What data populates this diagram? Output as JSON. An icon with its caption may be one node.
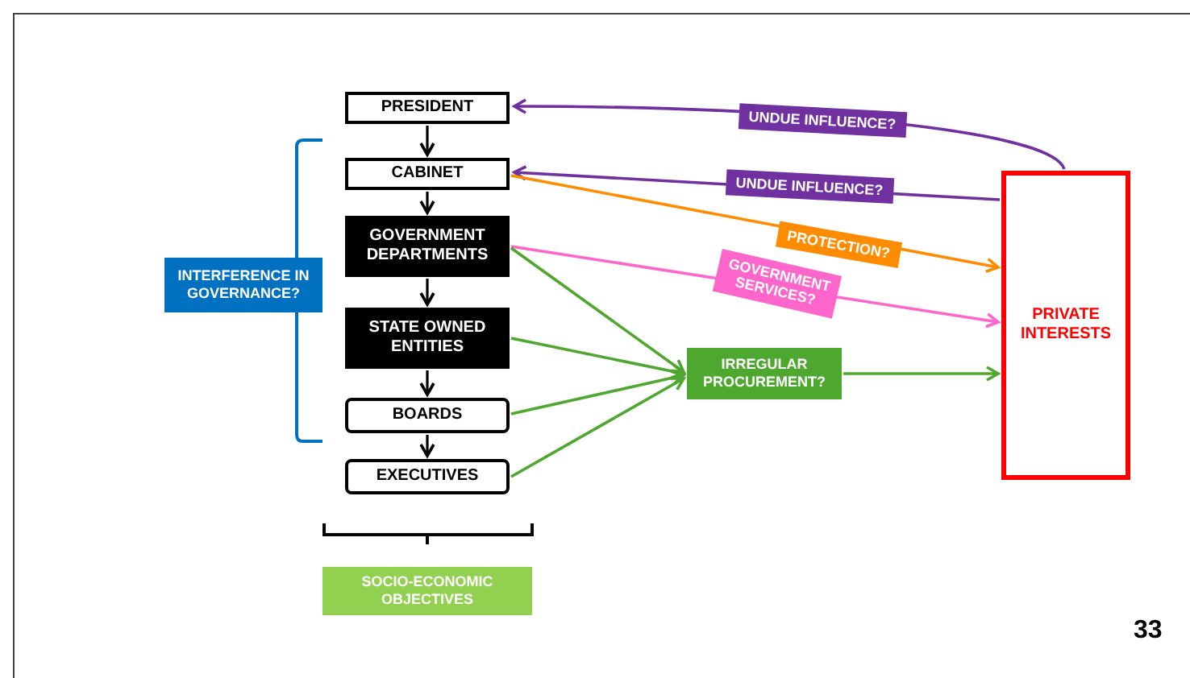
{
  "diagram": {
    "nodes": [
      {
        "text": [
          "PRESIDENT"
        ]
      },
      {
        "text": [
          "CABINET"
        ]
      },
      {
        "text": [
          "GOVERNMENT DEPARTMENTS"
        ]
      },
      {
        "text": [
          "STATE OWNED ENTITIES"
        ]
      },
      {
        "text": [
          "BOARDS"
        ]
      },
      {
        "text": [
          "EXECUTIVES"
        ]
      },
      {
        "text": [
          "INTERFERENCE IN GOVERNANCE?"
        ]
      },
      {
        "text": [
          "PRIVATE INTERESTS"
        ]
      },
      {
        "text": [
          "IRREGULAR PROCUREMENT?"
        ]
      },
      {
        "text": [
          "SOCIO-ECONOMIC OBJECTIVES"
        ]
      }
    ],
    "edges": [
      {
        "from": 0,
        "to": 1,
        "arrow": "to"
      },
      {
        "from": 1,
        "to": 2,
        "arrow": "to"
      },
      {
        "from": 2,
        "to": 3,
        "arrow": "to"
      },
      {
        "from": 3,
        "to": 4,
        "arrow": "to"
      },
      {
        "from": 4,
        "to": 5,
        "arrow": "to"
      },
      {
        "from": 7,
        "to": 0,
        "arrow": "to",
        "label": "UNDUE INFLUENCE?",
        "color": "#7030a0"
      },
      {
        "from": 7,
        "to": 1,
        "arrow": "to",
        "label": "UNDUE INFLUENCE?",
        "color": "#7030a0"
      },
      {
        "from": 1,
        "to": 7,
        "arrow": "to",
        "label": "PROTECTION?",
        "color": "#ff8c00"
      },
      {
        "from": 2,
        "to": 7,
        "arrow": "to",
        "label": "GOVERNMENT SERVICES?",
        "color": "#ff66cc"
      },
      {
        "from": 2,
        "to": 8,
        "arrow": "to",
        "color": "#4ea72e"
      },
      {
        "from": 3,
        "to": 8,
        "arrow": "to",
        "color": "#4ea72e"
      },
      {
        "from": 4,
        "to": 8,
        "arrow": "to",
        "color": "#4ea72e"
      },
      {
        "from": 5,
        "to": 8,
        "arrow": "to",
        "color": "#4ea72e"
      },
      {
        "from": 8,
        "to": 7,
        "arrow": "to",
        "color": "#4ea72e"
      }
    ],
    "labels": [
      "33"
    ]
  }
}
